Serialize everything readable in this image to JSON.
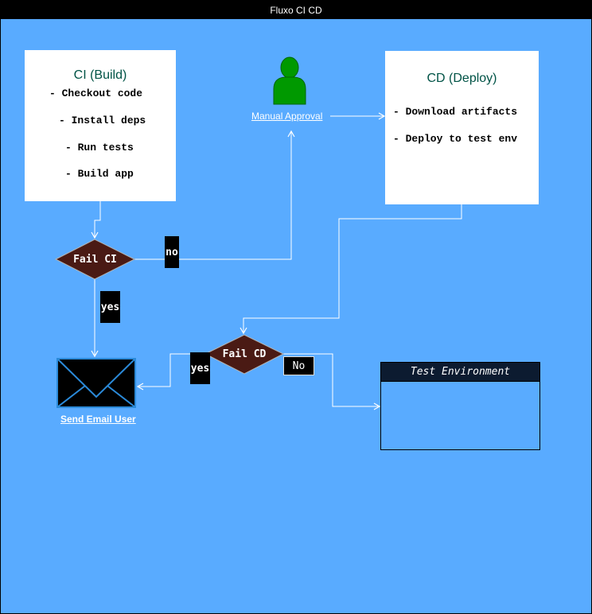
{
  "window": {
    "title": "Fluxo CI CD"
  },
  "ci_box": {
    "title": "CI (Build)",
    "steps": [
      "- Checkout code",
      "- Install deps",
      "- Run tests",
      "- Build app"
    ]
  },
  "cd_box": {
    "title": "CD (Deploy)",
    "steps": [
      "- Download artifacts",
      "- Deploy to test env"
    ]
  },
  "manual_approval": {
    "label": "Manual Approval",
    "icon": "user-icon",
    "color": "#009900"
  },
  "fail_ci": {
    "label": "Fail CI",
    "color": "#4A1A14"
  },
  "fail_cd": {
    "label": "Fail CD",
    "color": "#4A1A14"
  },
  "edge_labels": {
    "ci_no": "no",
    "ci_yes": "yes",
    "cd_yes": "yes",
    "cd_no": "No"
  },
  "email": {
    "label": "Send Email User",
    "icon": "mail-icon"
  },
  "test_env": {
    "title": "Test Environment"
  },
  "colors": {
    "canvas": "#59ABFF",
    "edge": "#FFFFFF"
  }
}
